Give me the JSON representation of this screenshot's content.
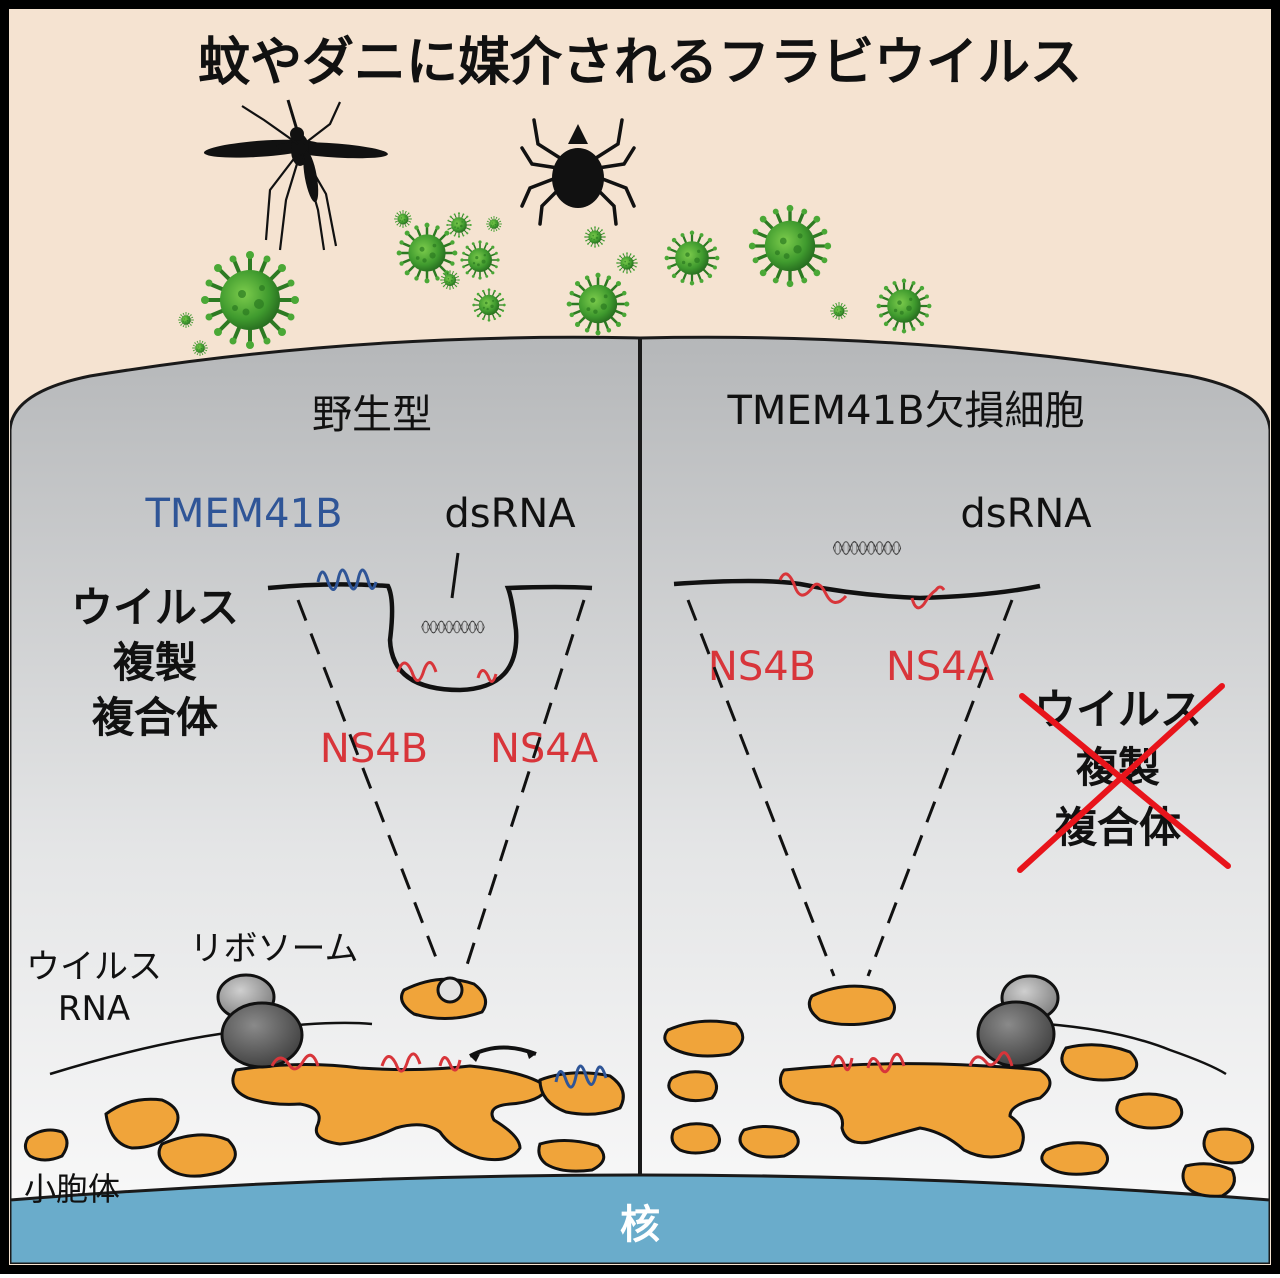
{
  "title": "蚊やダニに媒介されるフラビウイルス",
  "panels": {
    "left": {
      "heading": "野生型",
      "tmem_label": "TMEM41B",
      "dsrna_label": "dsRNA",
      "complex_label": [
        "ウイルス",
        "複製",
        "複合体"
      ],
      "ns4b_label": "NS4B",
      "ns4a_label": "NS4A",
      "viral_rna_label": [
        "ウイルス",
        "RNA"
      ],
      "ribosome_label": "リボソーム",
      "vesicle_label": "小胞体"
    },
    "right": {
      "heading": "TMEM41B欠損細胞",
      "dsrna_label": "dsRNA",
      "ns4b_label": "NS4B",
      "ns4a_label": "NS4A",
      "complex_label": [
        "ウイルス",
        "複製",
        "複合体"
      ]
    }
  },
  "nucleus_label": "核",
  "colors": {
    "background_top": "#f5e3d1",
    "cell_gray": "#b9bbbd",
    "cell_light": "#f3f3f4",
    "er_orange": "#f0a43a",
    "nucleus_blue": "#6aaccb",
    "virus_green": "#3f9a2e",
    "protein_red": "#d8353a",
    "tmem_blue": "#2f5597",
    "cross_red": "#e8141b"
  },
  "icons": [
    "mosquito-icon",
    "tick-icon",
    "virus-icon",
    "ribosome-icon",
    "dsrna-helix-icon"
  ]
}
